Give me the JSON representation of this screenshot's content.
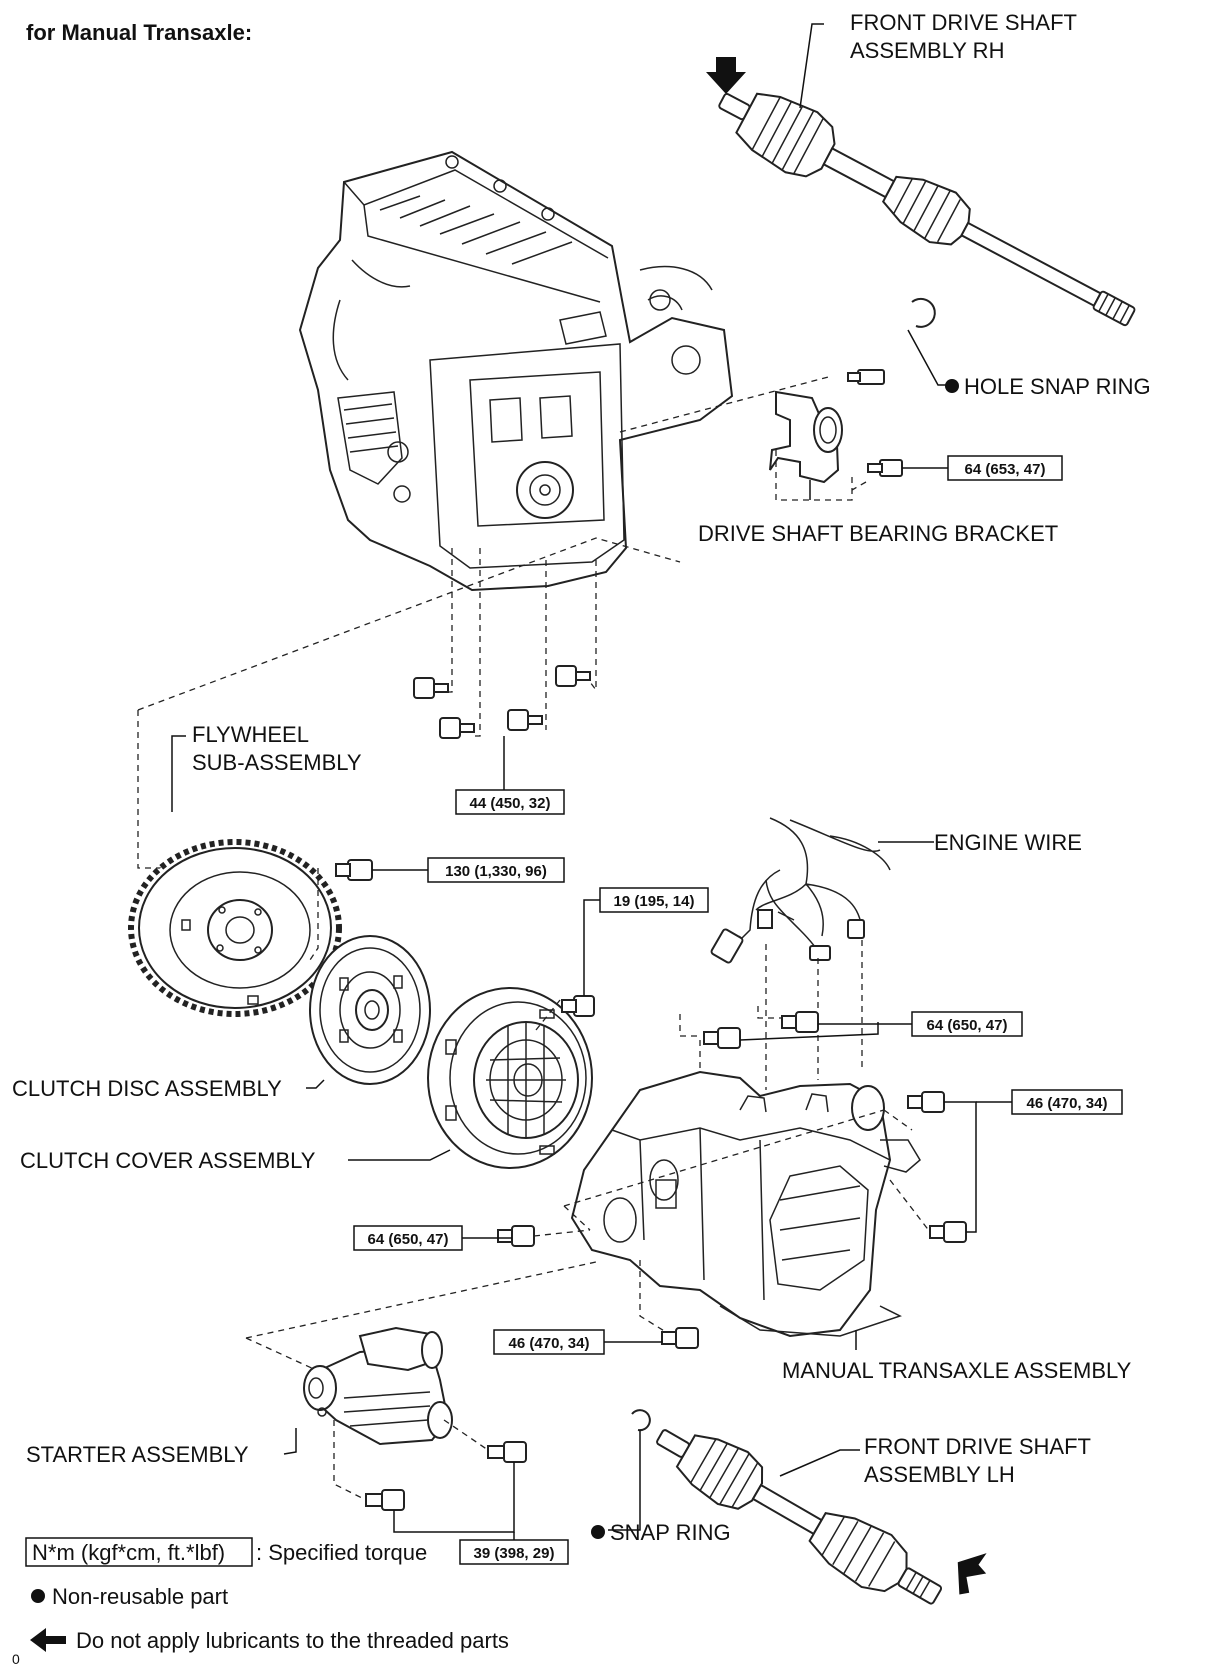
{
  "title": "for Manual Transaxle:",
  "labels": {
    "front_drive_shaft_rh_1": "FRONT DRIVE SHAFT",
    "front_drive_shaft_rh_2": "ASSEMBLY RH",
    "hole_snap_ring": "HOLE SNAP RING",
    "drive_shaft_bearing_bracket": "DRIVE SHAFT BEARING BRACKET",
    "flywheel_1": "FLYWHEEL",
    "flywheel_2": "SUB-ASSEMBLY",
    "engine_wire": "ENGINE WIRE",
    "clutch_disc": "CLUTCH DISC ASSEMBLY",
    "clutch_cover": "CLUTCH COVER ASSEMBLY",
    "manual_transaxle": "MANUAL TRANSAXLE ASSEMBLY",
    "starter": "STARTER ASSEMBLY",
    "front_drive_shaft_lh_1": "FRONT DRIVE SHAFT",
    "front_drive_shaft_lh_2": "ASSEMBLY LH",
    "snap_ring": "SNAP RING"
  },
  "torques": {
    "bracket": "64 (653, 47)",
    "engine_bolts": "44 (450, 32)",
    "flywheel": "130 (1,330, 96)",
    "clutch_cover": "19 (195, 14)",
    "upper_transaxle": "64 (650, 47)",
    "right_transaxle": "46 (470, 34)",
    "left_transaxle": "64 (650, 47)",
    "lower_transaxle": "46 (470, 34)",
    "starter": "39 (398, 29)"
  },
  "legend": {
    "torque_key": "N*m (kgf*cm, ft.*lbf)",
    "torque_desc": ": Specified torque",
    "non_reusable": "Non-reusable part",
    "no_lubricant": "Do not apply lubricants to the threaded parts"
  },
  "footer": {
    "code": "0"
  },
  "icons": {
    "bullet": "filled-circle-icon",
    "arrow": "solid-arrow-icon"
  }
}
